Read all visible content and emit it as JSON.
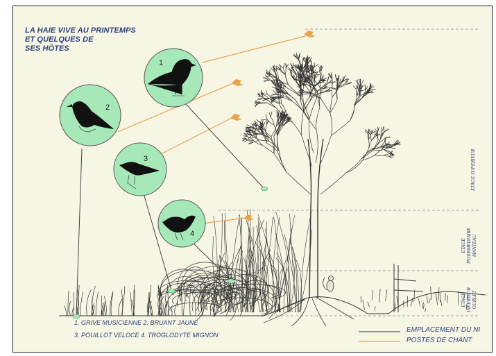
{
  "title": {
    "line1": "LA HAIE VIVE AU PRINTEMPS",
    "line2": "ET QUELQUES DE",
    "line3": "SES HÔTES"
  },
  "birds": [
    {
      "number": "1",
      "species": "GRIVE MUSICIENNE"
    },
    {
      "number": "2",
      "species": "BRUANT JAUNE"
    },
    {
      "number": "3",
      "species": "POUILLOT VELOCE"
    },
    {
      "number": "4",
      "species": "TROGLODYTE MIGNON"
    }
  ],
  "species_list": {
    "row1": "1. GRIVE MUSICIENNE   2. BRUANT JAUNE",
    "row2": "3. POUILLOT VELOCE   4. TROGLODYTE MIGNON"
  },
  "stages": {
    "upper": "ETAGE SUPERIEUR",
    "middle_line1": "ETAGE",
    "middle_line2": "INTERMEDIAIRE",
    "middle_line3": "MANTEAU",
    "lower_line1": "ETAGE",
    "lower_line2": "INFERIEUR",
    "lower_line3": "OURLET"
  },
  "key": {
    "nest": "EMPLACEMENT DU NI",
    "song": "POSTES DE CHANT"
  },
  "colors": {
    "circle": "#a7e8b8",
    "nest_line": "#333333",
    "song_line": "#e8a24a",
    "text": "#2b3f7a"
  }
}
